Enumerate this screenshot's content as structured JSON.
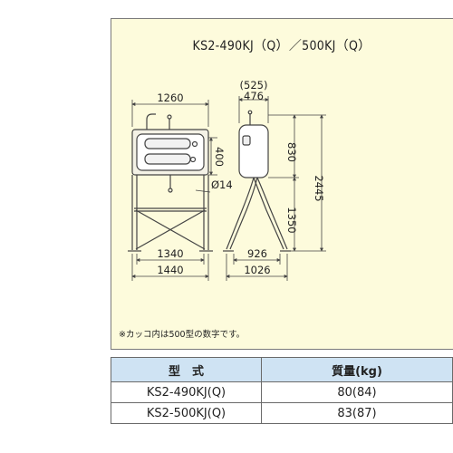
{
  "title": "KS2-490KJ（Q）／500KJ（Q）",
  "dimensions": {
    "front_top_width": "1260",
    "front_bottom_inner": "1340",
    "front_bottom_outer": "1440",
    "tank_height": "400",
    "pipe_diameter": "Ø14",
    "side_top_outer": "(525)",
    "side_top_inner": "476",
    "side_upper": "830",
    "side_lower": "1350",
    "total_height": "2445",
    "side_bottom_inner": "926",
    "side_bottom_outer": "1026"
  },
  "note": "※カッコ内は500型の数字です。",
  "spec_table": {
    "header_model": "型　式",
    "header_mass": "質量(kg)",
    "rows": [
      {
        "model": "KS2-490KJ(Q)",
        "mass": "80(84)"
      },
      {
        "model": "KS2-500KJ(Q)",
        "mass": "83(87)"
      }
    ]
  },
  "colors": {
    "panel": "#fdfbdc",
    "table_header": "#cfe3f3",
    "line": "#444444"
  }
}
